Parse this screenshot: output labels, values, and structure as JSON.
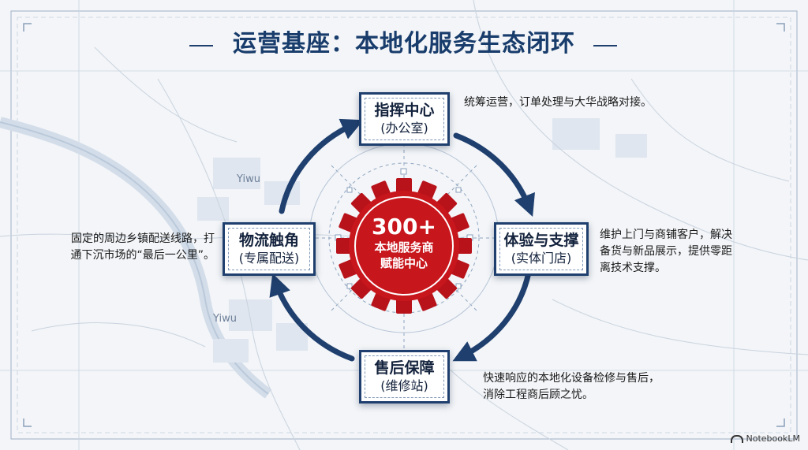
{
  "title": "运营基座：本地化服务生态闭环",
  "center": {
    "number": "300+",
    "line1": "本地服务商",
    "line2": "赋能中心"
  },
  "nodes": {
    "top": {
      "title": "指挥中心",
      "subtitle": "(办公室)",
      "desc": [
        "统筹运营，订单处理与大华战略对接。"
      ]
    },
    "right": {
      "title": "体验与支撑",
      "subtitle": "(实体门店)",
      "desc": [
        "维护上门与商铺客户，解决",
        "备货与新品展示，提供零距",
        "离技术支撑。"
      ]
    },
    "bottom": {
      "title": "售后保障",
      "subtitle": "(维修站)",
      "desc": [
        "快速响应的本地化设备检修与售后，",
        "消除工程商后顾之忧。"
      ]
    },
    "left": {
      "title": "物流触角",
      "subtitle": "(专属配送)",
      "desc": [
        "固定的周边乡镇配送线路，打",
        "通下沉市场的“最后一公里”。"
      ]
    }
  },
  "map_labels": [
    "Yiwu",
    "Yiwu"
  ],
  "brand": "NotebookLM",
  "colors": {
    "navy": "#1f3f6e",
    "red": "#c8161d",
    "background": "#f3f5f8"
  }
}
